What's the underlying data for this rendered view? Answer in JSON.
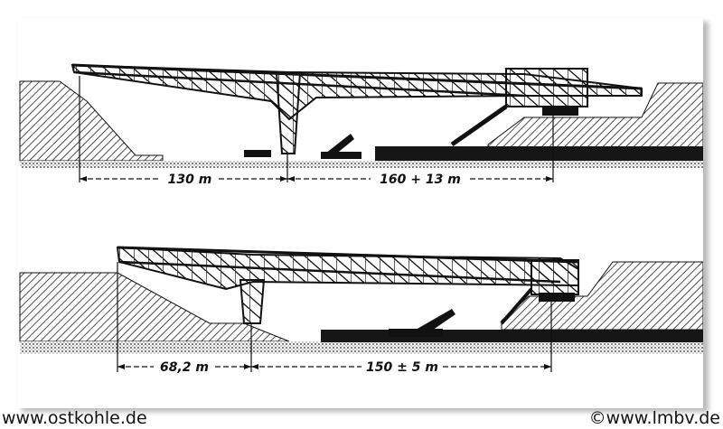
{
  "top_diagram": {
    "dim_left": "130 m",
    "dim_right": "160 + 13 m"
  },
  "bottom_diagram": {
    "dim_left": "68,2 m",
    "dim_right": "150 ± 5 m"
  },
  "credits": {
    "left": "www.ostkohle.de",
    "right": "©www.lmbv.de"
  },
  "colors": {
    "ink": "#111111",
    "background": "#ffffff"
  }
}
